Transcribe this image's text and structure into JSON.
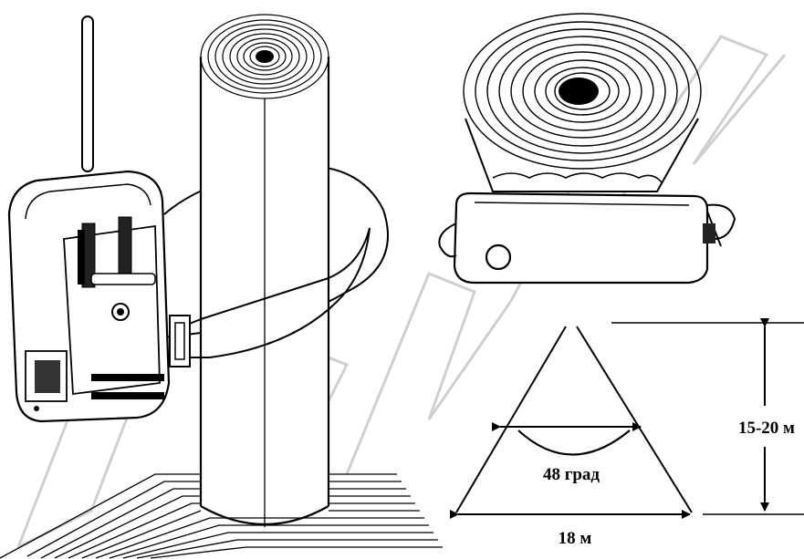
{
  "detection_zone": {
    "angle_label": "48 град",
    "range_label": "15-20 м",
    "width_label": "18 м"
  },
  "colors": {
    "line": "#000000",
    "watermark": "#c8c8c8",
    "body": "#ffffff",
    "dark": "#111111"
  }
}
